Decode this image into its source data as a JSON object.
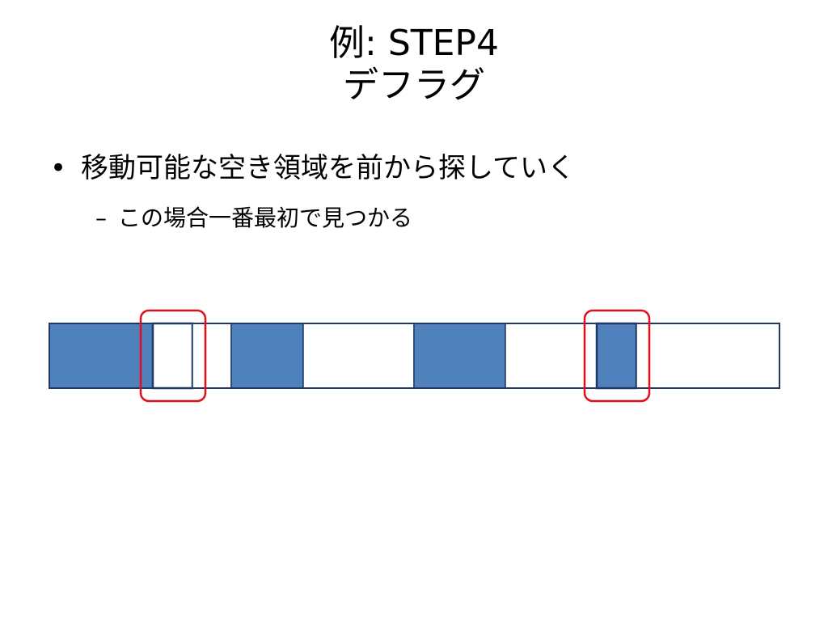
{
  "slide": {
    "title_line1": "例: STEP4",
    "title_line2": "デフラグ",
    "bullet1": {
      "marker": "•",
      "text": "移動可能な空き領域を前から探していく"
    },
    "bullet2": {
      "marker": "–",
      "text": "この場合一番最初で見つかる"
    }
  },
  "colors": {
    "used_block": "#4f81bd",
    "block_border": "#1f3864",
    "highlight": "#e0101a"
  },
  "diagram": {
    "blocks": [
      {
        "state": "used"
      },
      {
        "state": "free",
        "highlighted": true
      },
      {
        "state": "free"
      },
      {
        "state": "used"
      },
      {
        "state": "free"
      },
      {
        "state": "used"
      },
      {
        "state": "free"
      },
      {
        "state": "used",
        "highlighted": true
      },
      {
        "state": "free"
      }
    ]
  }
}
